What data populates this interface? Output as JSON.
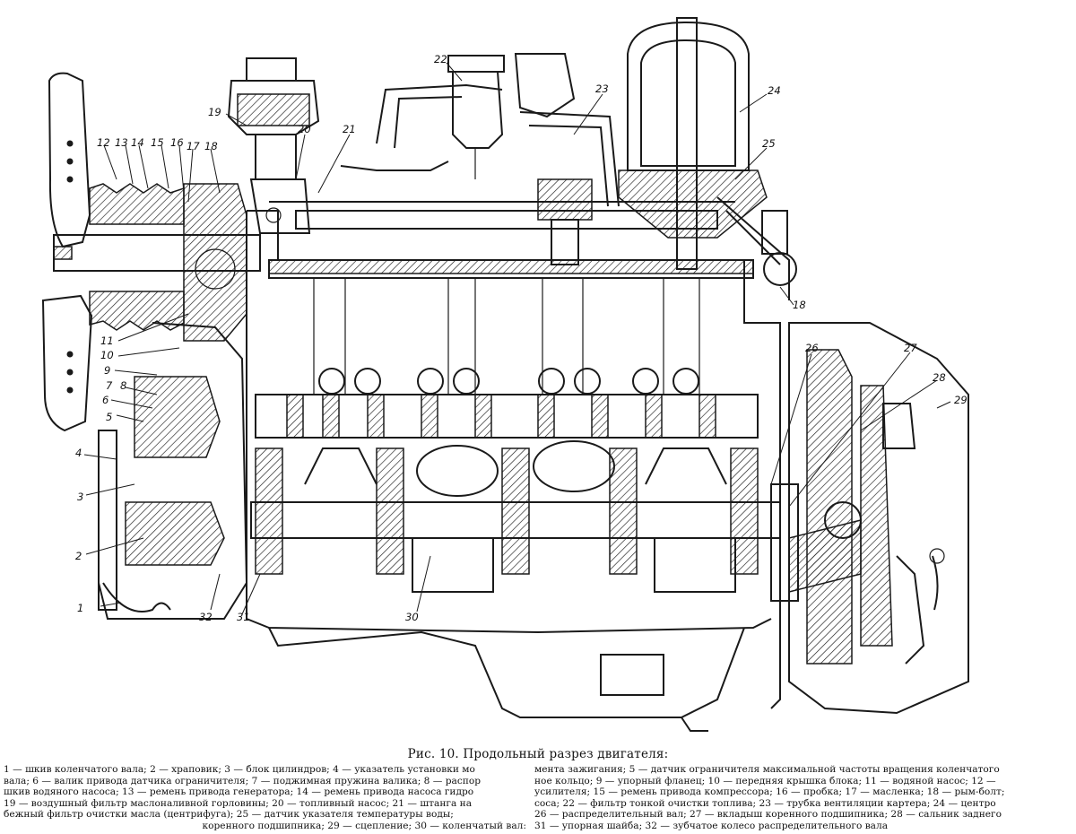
{
  "figure": {
    "caption": "Рис. 10. Продольный разрез двигателя:",
    "callouts": [
      "1",
      "2",
      "3",
      "4",
      "5",
      "6",
      "7",
      "8",
      "9",
      "10",
      "11",
      "12",
      "13",
      "14",
      "15",
      "16",
      "17",
      "18",
      "19",
      "20",
      "21",
      "22",
      "23",
      "24",
      "25",
      "26",
      "27",
      "28",
      "29",
      "30",
      "31",
      "32",
      "18"
    ]
  },
  "legend": {
    "left_lines": [
      "1 — шкив коленчатого вала; 2 — храповик; 3 — блок цилиндров; 4 — указатель установки мо",
      "вала; 6 — валик привода датчика ограничителя; 7 — поджимная пружина валика; 8 — распор",
      "шкив водяного насоса; 13 — ремень привода генератора; 14 — ремень привода насоса гидро",
      "19 — воздушный фильтр маслоналивной горловины; 20 — топливный насос; 21 — штанга на",
      "бежный фильтр очистки масла (центрифуга); 25 — датчик указателя температуры воды;",
      "коренного подшипника; 29 — сцепление; 30 — коленчатый вал:"
    ],
    "right_lines": [
      "мента зажигания; 5 — датчик ограничителя максимальной частоты вращения коленчатого",
      "ное кольцо; 9 — упорный фланец; 10 — передняя крышка блока; 11 — водяной насос; 12 —",
      "усилителя; 15 — ремень привода компрессора; 16 — пробка; 17 — масленка; 18 — рым-болт;",
      "соса; 22 — фильтр тонкой очистки топлива; 23 — трубка вентиляции картера; 24 — центро",
      "26 — распределительный вал; 27 — вкладыш коренного подшипника; 28 — сальник заднего",
      "31 — упорная шайба; 32 — зубчатое колесо распределительного вала"
    ]
  }
}
